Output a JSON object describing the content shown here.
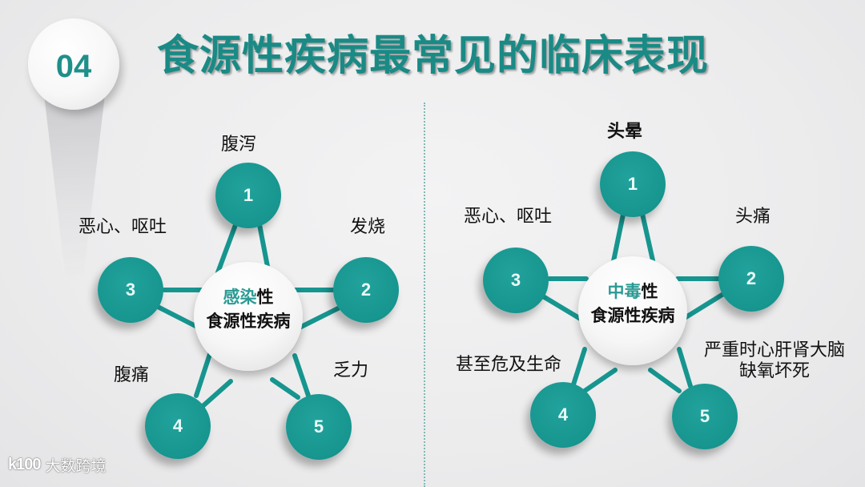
{
  "badge": {
    "number": "04"
  },
  "title": "食源性疾病最常见的临床表现",
  "colors": {
    "teal": "#17958f",
    "title_teal": "#1a8a85",
    "background": "#ececed",
    "text": "#111111"
  },
  "left_diagram": {
    "hub": {
      "accent": "感染",
      "accent_suffix": "性",
      "line2": "食源性疾病"
    },
    "nodes": [
      {
        "number": "1",
        "label": "腹泻"
      },
      {
        "number": "2",
        "label": "发烧"
      },
      {
        "number": "3",
        "label": "恶心、呕吐"
      },
      {
        "number": "4",
        "label": "腹痛"
      },
      {
        "number": "5",
        "label": "乏力"
      }
    ]
  },
  "right_diagram": {
    "hub": {
      "accent": "中毒",
      "accent_suffix": "性",
      "line2": "食源性疾病"
    },
    "nodes": [
      {
        "number": "1",
        "label": "头晕"
      },
      {
        "number": "2",
        "label": "头痛"
      },
      {
        "number": "3",
        "label": "恶心、呕吐"
      },
      {
        "number": "4",
        "label": "甚至危及生命"
      },
      {
        "number": "5",
        "label_line1": "严重时心肝肾大脑",
        "label_line2": "缺氧坏死"
      }
    ]
  },
  "watermark": {
    "logo": "k100",
    "text": "大数跨境"
  }
}
